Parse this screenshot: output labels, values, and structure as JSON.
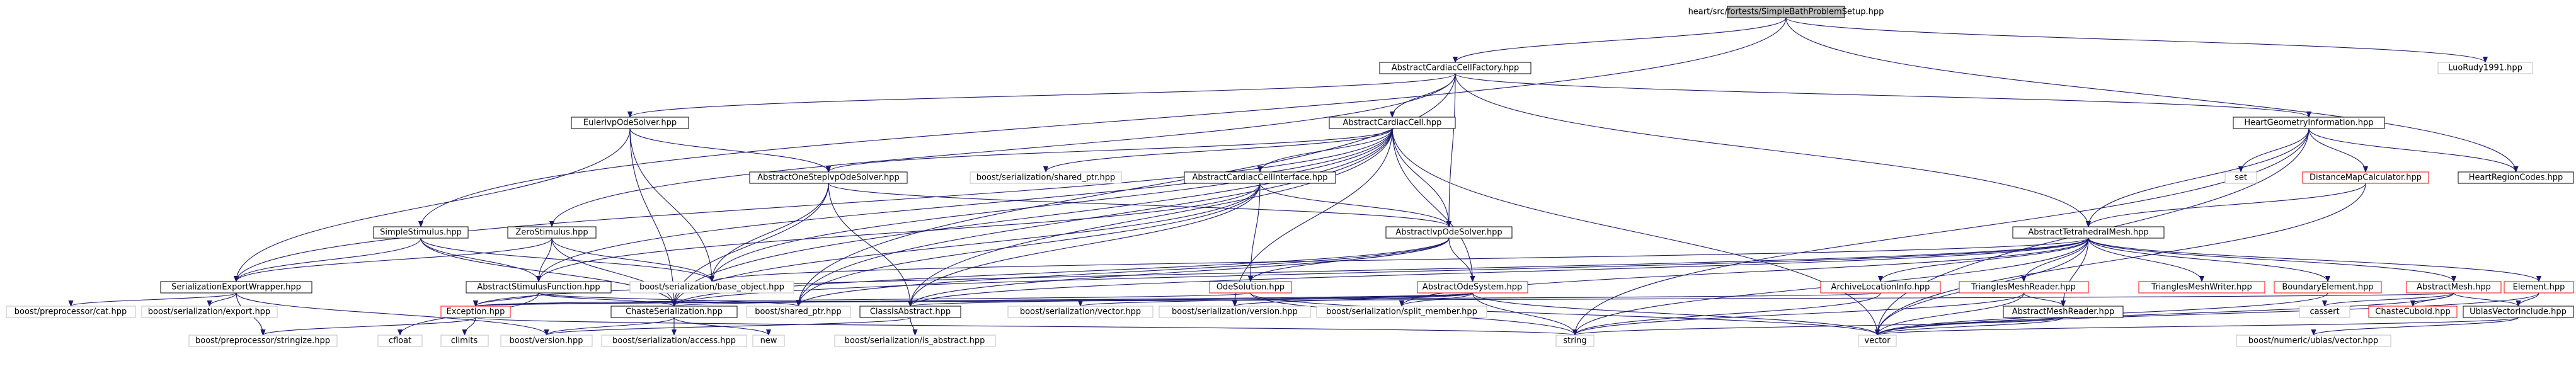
{
  "graph": {
    "edge_color": "#191970",
    "node_style_colors": {
      "root_fill": "#bfbfbf",
      "documented_border": "#000000",
      "external_border": "#bfbfbf",
      "undocumented_border": "#ff0000"
    },
    "nodes": [
      {
        "id": "root",
        "label": "heart/src/fortests/SimpleBathProblemSetup.hpp",
        "style": "root"
      },
      {
        "id": "acf",
        "label": "AbstractCardiacCellFactory.hpp",
        "style": "normal"
      },
      {
        "id": "luo",
        "label": "LuoRudy1991.hpp",
        "style": "ext"
      },
      {
        "id": "euler",
        "label": "EulerIvpOdeSolver.hpp",
        "style": "normal"
      },
      {
        "id": "acc",
        "label": "AbstractCardiacCell.hpp",
        "style": "normal"
      },
      {
        "id": "hgi",
        "label": "HeartGeometryInformation.hpp",
        "style": "normal"
      },
      {
        "id": "hrc",
        "label": "HeartRegionCodes.hpp",
        "style": "normal"
      },
      {
        "id": "sstim",
        "label": "SimpleStimulus.hpp",
        "style": "normal"
      },
      {
        "id": "zstim",
        "label": "ZeroStimulus.hpp",
        "style": "normal"
      },
      {
        "id": "aos",
        "label": "AbstractOneStepIvpOdeSolver.hpp",
        "style": "normal"
      },
      {
        "id": "bsp",
        "label": "boost/serialization/shared_ptr.hpp",
        "style": "ext"
      },
      {
        "id": "acci",
        "label": "AbstractCardiacCellInterface.hpp",
        "style": "normal"
      },
      {
        "id": "set",
        "label": "set",
        "style": "ext"
      },
      {
        "id": "dmc",
        "label": "DistanceMapCalculator.hpp",
        "style": "red"
      },
      {
        "id": "atm",
        "label": "AbstractTetrahedralMesh.hpp",
        "style": "normal"
      },
      {
        "id": "aivp",
        "label": "AbstractIvpOdeSolver.hpp",
        "style": "normal"
      },
      {
        "id": "sew",
        "label": "SerializationExportWrapper.hpp",
        "style": "normal"
      },
      {
        "id": "asf",
        "label": "AbstractStimulusFunction.hpp",
        "style": "normal"
      },
      {
        "id": "bbo",
        "label": "boost/serialization/base_object.hpp",
        "style": "ext"
      },
      {
        "id": "odesol",
        "label": "OdeSolution.hpp",
        "style": "red"
      },
      {
        "id": "aode",
        "label": "AbstractOdeSystem.hpp",
        "style": "red"
      },
      {
        "id": "ali",
        "label": "ArchiveLocationInfo.hpp",
        "style": "red"
      },
      {
        "id": "tmr",
        "label": "TrianglesMeshReader.hpp",
        "style": "red"
      },
      {
        "id": "tmw",
        "label": "TrianglesMeshWriter.hpp",
        "style": "red"
      },
      {
        "id": "be",
        "label": "BoundaryElement.hpp",
        "style": "red"
      },
      {
        "id": "am",
        "label": "AbstractMesh.hpp",
        "style": "red"
      },
      {
        "id": "elem",
        "label": "Element.hpp",
        "style": "red"
      },
      {
        "id": "bpc",
        "label": "boost/preprocessor/cat.hpp",
        "style": "ext"
      },
      {
        "id": "bse",
        "label": "boost/serialization/export.hpp",
        "style": "ext"
      },
      {
        "id": "exc",
        "label": "Exception.hpp",
        "style": "red"
      },
      {
        "id": "cser",
        "label": "ChasteSerialization.hpp",
        "style": "normal"
      },
      {
        "id": "bsptr",
        "label": "boost/shared_ptr.hpp",
        "style": "ext"
      },
      {
        "id": "cabs",
        "label": "ClassIsAbstract.hpp",
        "style": "normal"
      },
      {
        "id": "bsv",
        "label": "boost/serialization/vector.hpp",
        "style": "ext"
      },
      {
        "id": "bsver",
        "label": "boost/serialization/version.hpp",
        "style": "ext"
      },
      {
        "id": "bssm",
        "label": "boost/serialization/split_member.hpp",
        "style": "ext"
      },
      {
        "id": "amr",
        "label": "AbstractMeshReader.hpp",
        "style": "normal"
      },
      {
        "id": "cassert",
        "label": "cassert",
        "style": "ext"
      },
      {
        "id": "ccub",
        "label": "ChasteCuboid.hpp",
        "style": "red"
      },
      {
        "id": "uvi",
        "label": "UblasVectorInclude.hpp",
        "style": "normal"
      },
      {
        "id": "bpstr",
        "label": "boost/preprocessor/stringize.hpp",
        "style": "ext"
      },
      {
        "id": "cfloat",
        "label": "cfloat",
        "style": "ext"
      },
      {
        "id": "climits",
        "label": "climits",
        "style": "ext"
      },
      {
        "id": "bver",
        "label": "boost/version.hpp",
        "style": "ext"
      },
      {
        "id": "bsacc",
        "label": "boost/serialization/access.hpp",
        "style": "ext"
      },
      {
        "id": "new",
        "label": "new",
        "style": "ext"
      },
      {
        "id": "bsia",
        "label": "boost/serialization/is_abstract.hpp",
        "style": "ext"
      },
      {
        "id": "string",
        "label": "string",
        "style": "ext"
      },
      {
        "id": "vector",
        "label": "vector",
        "style": "ext"
      },
      {
        "id": "bnuv",
        "label": "boost/numeric/ublas/vector.hpp",
        "style": "ext"
      }
    ]
  }
}
